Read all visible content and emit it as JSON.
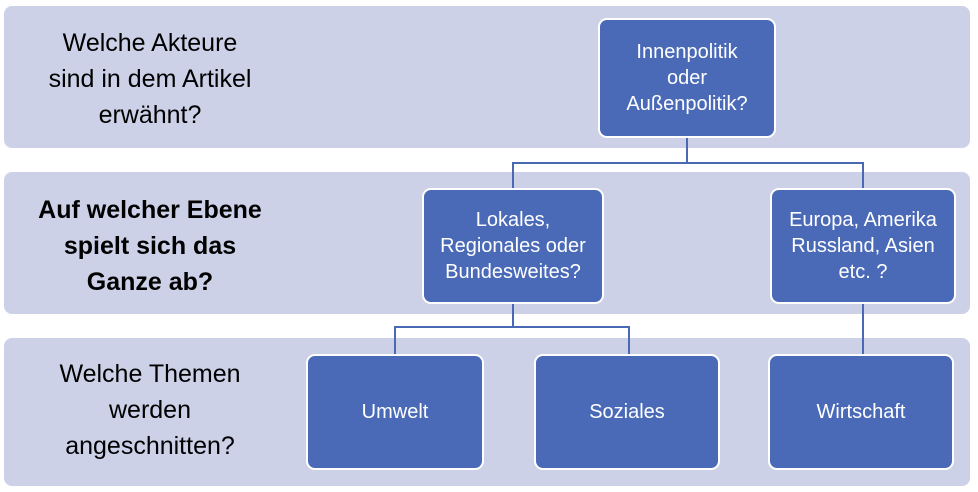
{
  "bands": [
    {
      "id": "actors",
      "label": "Welche Akteure\nsind in dem Artikel\nerwähnt?"
    },
    {
      "id": "level",
      "label": "Auf welcher Ebene\nspielt sich das\nGanze ab?"
    },
    {
      "id": "topics",
      "label": "Welche Themen\nwerden\nangeschnitten?"
    }
  ],
  "nodes": {
    "root": "Innenpolitik\noder\nAußenpolitik?",
    "level_national": "Lokales,\nRegionales oder\nBundesweites?",
    "level_international": "Europa, Amerika\nRussland, Asien\netc. ?",
    "topic_1": "Umwelt",
    "topic_2": "Soziales",
    "topic_3": "Wirtschaft"
  },
  "colors": {
    "band_background": "#ccd1e8",
    "node_fill": "#4a6ab8",
    "node_border": "#ffffff",
    "connector": "#4a69b5",
    "band_text": "#000000",
    "node_text": "#ffffff"
  }
}
